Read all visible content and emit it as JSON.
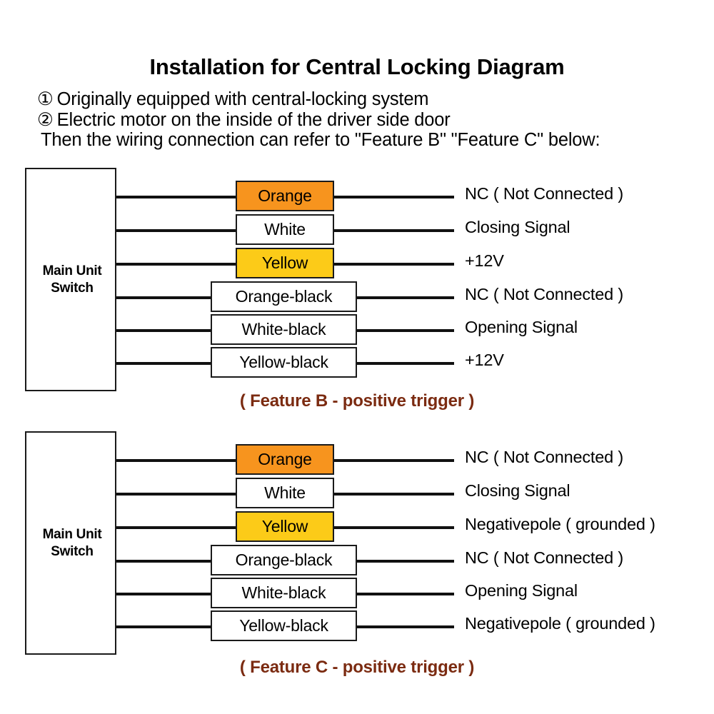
{
  "header": {
    "title": "Installation for Central Locking Diagram",
    "intro": [
      {
        "marker": "①",
        "text": "Originally equipped with central-locking system"
      },
      {
        "marker": "②",
        "text": "Electric motor on the inside of the driver side door"
      },
      {
        "marker": "",
        "text": "Then the wiring connection can refer to \"Feature B\" \"Feature C\" below:"
      }
    ]
  },
  "colors": {
    "orange": "#F7941E",
    "yellow": "#FCCB18",
    "white": "#FFFFFF",
    "line": "#111111",
    "border": "#1A1A1A",
    "caption": "#7B2B11",
    "text": "#000000"
  },
  "diagrams": [
    {
      "id": "feature-b",
      "unit_label": "Main Unit\nSwitch",
      "unit_label_line1": "Main Unit",
      "unit_label_line2": "Switch",
      "caption": "( Feature B - positive trigger )",
      "rows": [
        {
          "wire": "Orange",
          "swatch": "orange",
          "signal": "NC ( Not Connected )",
          "wide": false
        },
        {
          "wire": "White",
          "swatch": "white",
          "signal": "Closing Signal",
          "wide": false
        },
        {
          "wire": "Yellow",
          "swatch": "yellow",
          "signal": "+12V",
          "wide": false
        },
        {
          "wire": "Orange-black",
          "swatch": "white",
          "signal": "NC ( Not Connected )",
          "wide": true
        },
        {
          "wire": "White-black",
          "swatch": "white",
          "signal": "Opening Signal",
          "wide": true
        },
        {
          "wire": "Yellow-black",
          "swatch": "white",
          "signal": "+12V",
          "wide": true
        }
      ]
    },
    {
      "id": "feature-c",
      "unit_label_line1": "Main Unit",
      "unit_label_line2": "Switch",
      "caption": "( Feature C - positive trigger )",
      "rows": [
        {
          "wire": "Orange",
          "swatch": "orange",
          "signal": "NC ( Not Connected )",
          "wide": false
        },
        {
          "wire": "White",
          "swatch": "white",
          "signal": "Closing Signal",
          "wide": false
        },
        {
          "wire": "Yellow",
          "swatch": "yellow",
          "signal": "Negativepole ( grounded )",
          "wide": false
        },
        {
          "wire": "Orange-black",
          "swatch": "white",
          "signal": "NC ( Not Connected )",
          "wide": true
        },
        {
          "wire": "White-black",
          "swatch": "white",
          "signal": "Opening Signal",
          "wide": true
        },
        {
          "wire": "Yellow-black",
          "swatch": "white",
          "signal": "Negativepole ( grounded )",
          "wide": true
        }
      ]
    }
  ]
}
